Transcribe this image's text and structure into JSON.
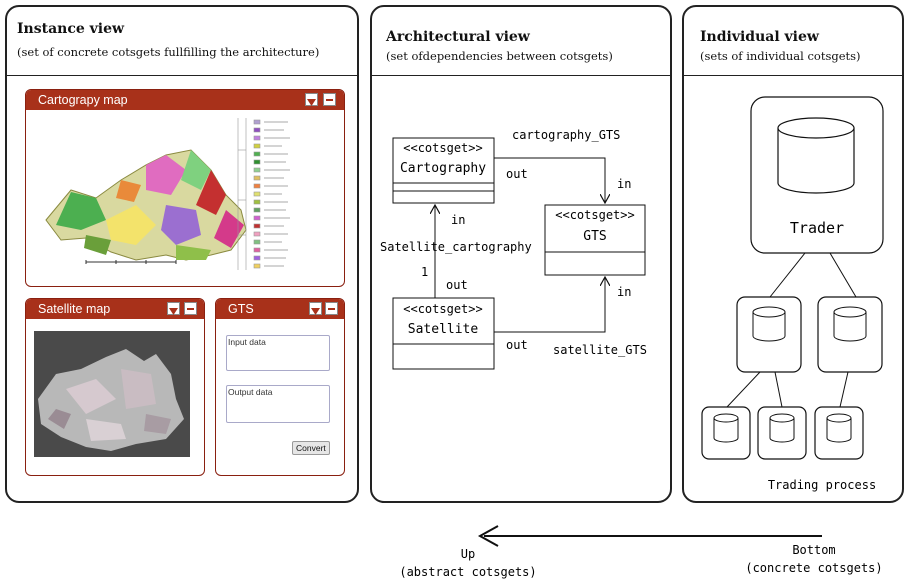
{
  "instance_view": {
    "title": "Instance view",
    "subtitle": "(set of concrete cotsgets fullfilling the architecture)",
    "cartography_window": {
      "title": "Cartograpy map"
    },
    "satellite_window": {
      "title": "Satellite map"
    },
    "gts_window": {
      "title": "GTS",
      "input_label": "Input data",
      "output_label": "Output data",
      "convert_label": "Convert"
    }
  },
  "architectural_view": {
    "title": "Architectural view",
    "subtitle": "(set ofdependencies between cotsgets)",
    "components": [
      {
        "stereotype": "<<cotsget>>",
        "name": "Cartography"
      },
      {
        "stereotype": "<<cotsget>>",
        "name": "GTS"
      },
      {
        "stereotype": "<<cotsget>>",
        "name": "Satellite"
      }
    ],
    "connections": {
      "cartography_gts": "cartography_GTS",
      "satellite_cartography": "Satellite_cartography",
      "satellite_gts": "satellite_GTS",
      "out": "out",
      "in": "in",
      "one": "1"
    }
  },
  "individual_view": {
    "title": "Individual view",
    "subtitle": "(sets of individual cotsgets)",
    "trader_label": "Trader",
    "caption": "Trading process"
  },
  "axis": {
    "left_label": "Up",
    "left_sub": "(abstract cotsgets)",
    "right_label": "Bottom",
    "right_sub": "(concrete cotsgets)"
  },
  "colors": {
    "window_bar": "#a8311a",
    "terrain": "#d9d9a0",
    "satellite_bg": "#4a4a4a"
  }
}
